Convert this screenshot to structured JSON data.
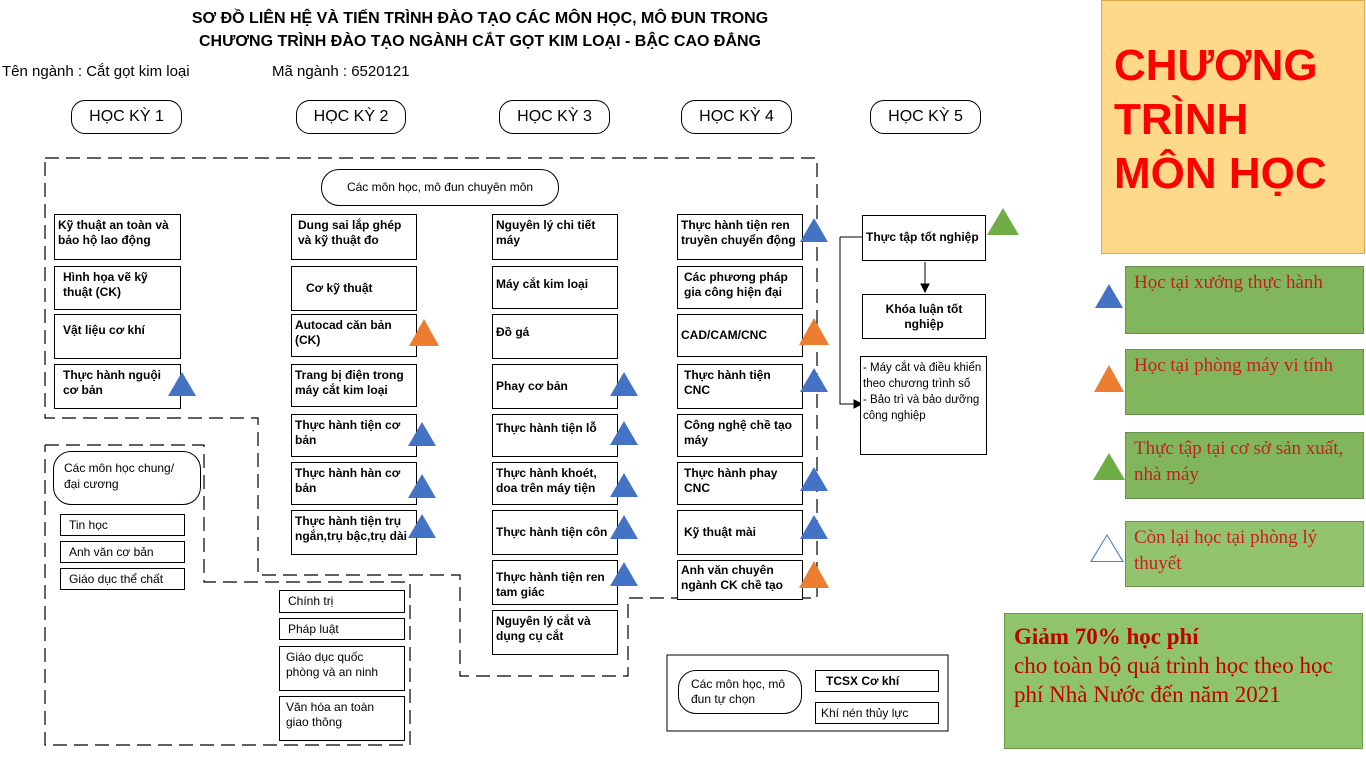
{
  "header": {
    "title_line1": "SƠ ĐỒ LIÊN HỆ VÀ TIẾN TRÌNH ĐÀO TẠO CÁC MÔN HỌC, MÔ ĐUN TRONG",
    "title_line2": "CHƯƠNG TRÌNH ĐÀO TẠO NGÀNH CẮT GỌT KIM LOẠI - BẬC CAO ĐẲNG",
    "major_name": "Tên ngành : Cắt gọt kim loại",
    "major_code": "Mã ngành : 6520121"
  },
  "semesters": [
    "HỌC KỲ 1",
    "HỌC KỲ 2",
    "HỌC KỲ 3",
    "HỌC KỲ 4",
    "HỌC KỲ 5"
  ],
  "specialized_label": "Các môn học, mô đun chuyên môn",
  "sem1": [
    "Kỹ thuật an toàn và bảo hộ lao động",
    "Hình họa vẽ kỹ thuật (CK)",
    "Vật liệu cơ khí",
    "Thực hành nguội cơ bản"
  ],
  "sem2": [
    "Dung sai lắp ghép và kỹ thuật đo",
    "Cơ kỹ thuật",
    "Autocad căn bản (CK)",
    "Trang bị điện trong máy cắt kim loại",
    "Thực hành tiện cơ bản",
    "Thực hành hàn cơ bản",
    "Thực hành tiện trụ ngắn,trụ bậc,trụ dài"
  ],
  "sem3": [
    "Nguyên lý chi tiết máy",
    "Máy cắt kim loại",
    "Đồ gá",
    "Phay cơ bản",
    "Thực hành tiện lỗ",
    "Thực hành khoét, doa trên máy tiện",
    "Thực hành tiện côn",
    "Thực hành tiện ren tam giác",
    "Nguyên lý cắt và dụng cụ cắt"
  ],
  "sem4": [
    "Thực hành tiện ren truyền chuyển động",
    "Các phương pháp gia công hiện đại",
    "CAD/CAM/CNC",
    "Thực hành tiện CNC",
    "Công nghệ chề tạo máy",
    "Thực hành phay CNC",
    "Kỹ thuật mài",
    "Anh văn chuyên ngành CK chề tạo"
  ],
  "sem5": {
    "internship": "Thực tập tốt nghiệp",
    "thesis": "Khóa luận tốt nghiệp",
    "alternatives": "- Máy cắt và điều khiển theo chương trình số\n- Bảo trì và bảo dưỡng công nghiệp"
  },
  "general": {
    "label": "Các môn học chung/ đại cương",
    "items_a": [
      "Tin học",
      "Anh văn cơ bản",
      "Giáo dục thể chất"
    ],
    "items_b": [
      "Chính trị",
      "Pháp luật",
      "Giáo dục quốc phòng và an ninh",
      "Văn hóa an toàn giao thông"
    ]
  },
  "elective": {
    "label": "Các môn học, mô đun tự chọn",
    "items": [
      "TCSX Cơ khí",
      "Khí nén thủy lực"
    ]
  },
  "program_title": "CHƯƠNG TRÌNH MÔN HỌC",
  "legend": [
    {
      "text": "Học tại xưởng thực hành",
      "icon": "blue-triangle"
    },
    {
      "text": "Học tại phòng máy vi tính",
      "icon": "orange-triangle"
    },
    {
      "text": "Thực tập tại cơ sở sản xuất, nhà máy",
      "icon": "green-triangle"
    },
    {
      "text": "Còn lại học tại phòng lý thuyết",
      "icon": "hollow-triangle"
    }
  ],
  "promo": {
    "headline": "Giảm 70% học phí",
    "body": "cho toàn bộ quá trình học theo học phí Nhà Nước đến năm 2021"
  },
  "colors": {
    "workshop": "#4472c4",
    "computer_lab": "#ed7d31",
    "factory": "#70ad47",
    "program_bg": "#ffd98a",
    "program_text": "#ff0000"
  }
}
